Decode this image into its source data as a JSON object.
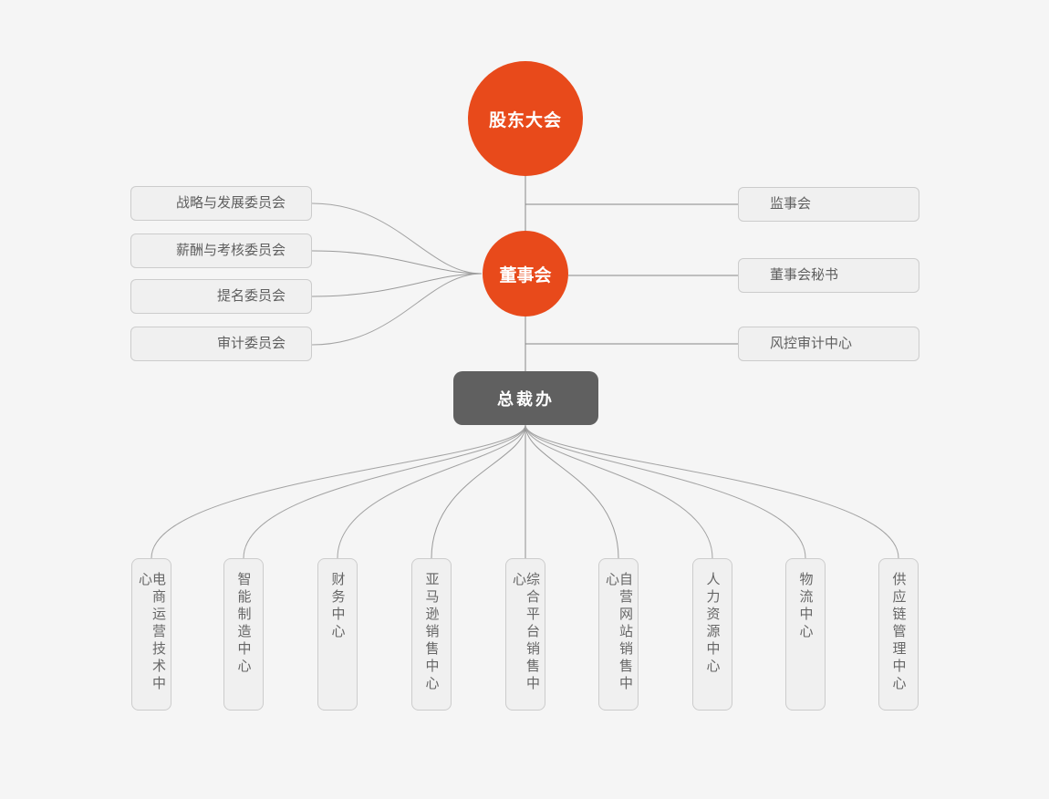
{
  "palette": {
    "background": "#f5f5f5",
    "accent_orange": "#e84a1b",
    "dark_gray_box": "#606060",
    "box_fill": "#f0f0f0",
    "box_border": "#cccccc",
    "curve_line": "#a3a3a3",
    "straight_line": "#868686",
    "label_text": "#5f5f5f"
  },
  "nodes": {
    "shareholders": {
      "label": "股东大会"
    },
    "board": {
      "label": "董事会"
    },
    "president_office": {
      "label": "总裁办"
    },
    "left_committees": [
      {
        "label": "战略与发展委员会"
      },
      {
        "label": "薪酬与考核委员会"
      },
      {
        "label": "提名委员会"
      },
      {
        "label": "审计委员会"
      }
    ],
    "right_units": [
      {
        "label": "监事会"
      },
      {
        "label": "董事会秘书"
      },
      {
        "label": "风控审计中心"
      }
    ],
    "bottom_centers": [
      {
        "label": "电商运营技术中心"
      },
      {
        "label": "智能制造中心"
      },
      {
        "label": "财务中心"
      },
      {
        "label": "亚马逊销售中心"
      },
      {
        "label": "综合平台销售中心"
      },
      {
        "label": "自营网站销售中心"
      },
      {
        "label": "人力资源中心"
      },
      {
        "label": "物流中心"
      },
      {
        "label": "供应链管理中心"
      }
    ]
  }
}
